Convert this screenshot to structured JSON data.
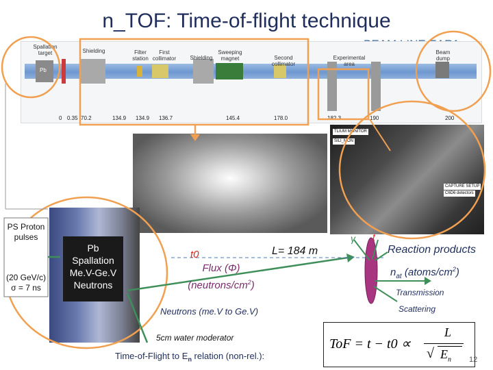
{
  "slide": {
    "title": "n_TOF: Time-of-flight technique",
    "beamline_label": "BEAM LINE EAR1",
    "page_number": "12"
  },
  "beamline": {
    "labels": {
      "spallation": [
        "Spallation",
        "target"
      ],
      "target_block": "Pb",
      "shielding1": "Shielding",
      "filter": [
        "Filter",
        "station"
      ],
      "first_collimator": [
        "First",
        "collimator"
      ],
      "shielding2": "Shielding",
      "magnet": [
        "Sweeping",
        "magnet"
      ],
      "second_collimator": [
        "Second",
        "collimator"
      ],
      "experimental_area": [
        "Experimental",
        "area"
      ],
      "beam_dump": [
        "Beam",
        "dump"
      ]
    },
    "ticks": [
      "0",
      "0.35",
      "70.2",
      "134.9",
      "134.9",
      "136.7",
      "145.4",
      "178.0",
      "182.3",
      "190",
      "200"
    ]
  },
  "setup_tags": [
    "TLIUM MONITOR",
    "SILI_MON",
    "CAPTURE SETUP",
    "C6D6 detectors"
  ],
  "left_box": {
    "proton_line1": "PS Proton",
    "proton_line2": "pulses",
    "energy": "(20 GeV/c)",
    "sigma": "σ = 7 ns"
  },
  "pb_box": [
    "Pb",
    "Spallation",
    "Me.V-Ge.V",
    "Neutrons"
  ],
  "middle": {
    "t0": "t0",
    "length": "L= 184 m",
    "flux_line1": "Flux (Φ)",
    "flux_line2": "(neutrons/cm",
    "flux_sup": "2",
    "flux_end": ")",
    "neutrons": "Neutrons (me.V to Ge.V)",
    "moderator": "5cm water moderator",
    "tof_relation_prefix": "Time-of-Flight  to E",
    "tof_relation_sub": "n",
    "tof_relation_suffix": " relation (non-rel.):"
  },
  "right": {
    "gamma": "γ",
    "t": "t",
    "reaction": "Reaction products",
    "nat_main": "n",
    "nat_sub": "at",
    "nat_rest": " (atoms/cm",
    "nat_sup": "2",
    "nat_end": ")",
    "transmission": "Transmission",
    "scattering": "Scattering"
  },
  "formula": {
    "lhs": "ToF = t − t0 ∝",
    "numerator": "L",
    "denominator": "E",
    "denominator_sub": "n"
  },
  "colors": {
    "title": "#1f2d5c",
    "orange_outline": "#f0a050",
    "red_text": "#e0251b",
    "target_disk": "#a8357f",
    "arrow_green": "#3f8f5a"
  }
}
